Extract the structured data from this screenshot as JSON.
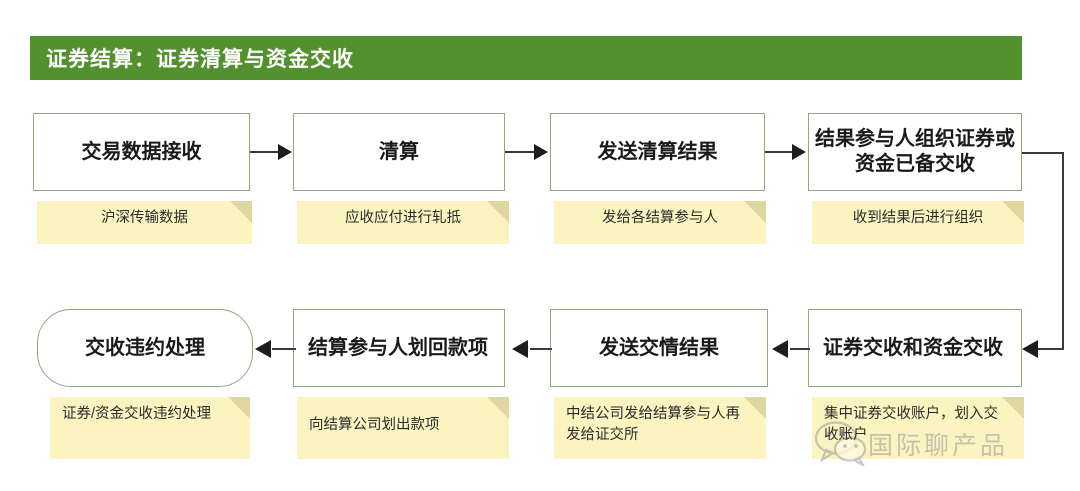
{
  "header": {
    "title": "证券结算：证券清算与资金交收",
    "bar_color": "#53912f",
    "text_color": "#ffffff"
  },
  "theme": {
    "node_border": "#8ea981",
    "node_fill": "#ffffff",
    "note_fill": "#fbf3c0",
    "note_fold": "#ded79f",
    "connector": "#3a3a3a",
    "arrow": "#1d1d1d"
  },
  "flow": {
    "row1": [
      {
        "id": "trade-data-receive",
        "label": "交易数据接收",
        "note": "沪深传输数据",
        "shape": "rect"
      },
      {
        "id": "clearing",
        "label": "清算",
        "note": "应收应付进行轧抵",
        "shape": "rect"
      },
      {
        "id": "send-clearing-result",
        "label": "发送清算结果",
        "note": "发给各结算参与人",
        "shape": "rect"
      },
      {
        "id": "participant-prepare",
        "label": "结果参与人组织证券或资金已备交收",
        "note": "收到结果后进行组织",
        "shape": "rect"
      }
    ],
    "row2": [
      {
        "id": "settlement-default-handling",
        "label": "交收违约处理",
        "note": "证券/资金交收违约处理",
        "shape": "rounded"
      },
      {
        "id": "participant-transfer-back",
        "label": "结算参与人划回款项",
        "note": "向结算公司划出款项",
        "shape": "rect"
      },
      {
        "id": "send-settlement-result",
        "label": "发送交情结果",
        "note": "中结公司发给结算参与人再发给证交所",
        "shape": "rect"
      },
      {
        "id": "securities-and-funds-settlement",
        "label": "证券交收和资金交收",
        "note": "集中证券交收账户，划入交收账户",
        "shape": "rect"
      }
    ],
    "connectors": [
      {
        "id": "c1",
        "from": "trade-data-receive",
        "to": "clearing",
        "direction": "right"
      },
      {
        "id": "c2",
        "from": "clearing",
        "to": "send-clearing-result",
        "direction": "right"
      },
      {
        "id": "c3",
        "from": "send-clearing-result",
        "to": "participant-prepare",
        "direction": "right"
      },
      {
        "id": "c4",
        "from": "participant-prepare",
        "to": "securities-and-funds-settlement",
        "direction": "wrap-down-left"
      },
      {
        "id": "c5",
        "from": "securities-and-funds-settlement",
        "to": "send-settlement-result",
        "direction": "left"
      },
      {
        "id": "c6",
        "from": "send-settlement-result",
        "to": "participant-transfer-back",
        "direction": "left"
      },
      {
        "id": "c7",
        "from": "participant-transfer-back",
        "to": "settlement-default-handling",
        "direction": "left"
      }
    ]
  },
  "watermark": {
    "text": "国际聊产品",
    "logo": "wechat-logo"
  }
}
